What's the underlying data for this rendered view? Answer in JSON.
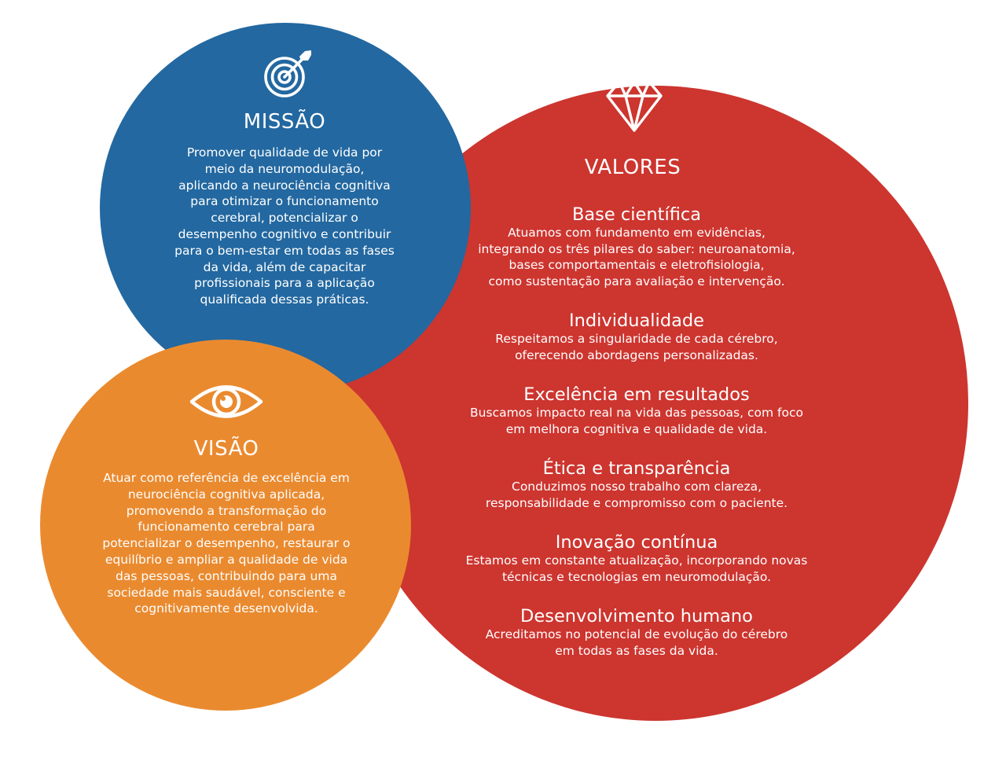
{
  "colors": {
    "missao": "#2368a0",
    "visao": "#ea8a2f",
    "valores": "#cd352f",
    "text": "#ffffff"
  },
  "missao": {
    "icon": "target-icon",
    "title": "MISSÃO",
    "lines": [
      "Promover qualidade de vida por",
      "meio da neuromodulação,",
      "aplicando a neurociência cognitiva",
      "para otimizar o funcionamento",
      "cerebral, potencializar o",
      "desempenho cognitivo e contribuir",
      "para o bem-estar em todas as fases",
      "da vida, além de capacitar",
      "profissionais para a aplicação",
      "qualificada dessas práticas."
    ]
  },
  "visao": {
    "icon": "eye-icon",
    "title": "VISÃO",
    "lines": [
      "Atuar como referência de excelência em",
      "neurociência cognitiva aplicada,",
      "promovendo a transformação do",
      "funcionamento cerebral para",
      "potencializar o desempenho, restaurar o",
      "equilíbrio e ampliar a qualidade de vida",
      "das pessoas, contribuindo para uma",
      "sociedade mais saudável, consciente e",
      "cognitivamente desenvolvida."
    ]
  },
  "valores": {
    "icon": "diamond-icon",
    "title": "VALORES",
    "items": [
      {
        "title": "Base científica",
        "lines": [
          "Atuamos com fundamento em evidências,",
          "integrando os três pilares do saber: neuroanatomia,",
          "bases comportamentais e eletrofisiologia,",
          "como sustentação para avaliação e intervenção."
        ]
      },
      {
        "title": "Individualidade",
        "lines": [
          "Respeitamos a singularidade de cada cérebro,",
          "oferecendo abordagens personalizadas."
        ]
      },
      {
        "title": "Excelência em resultados",
        "lines": [
          "Buscamos impacto real na vida das pessoas, com foco",
          "em melhora cognitiva e qualidade de vida."
        ]
      },
      {
        "title": "Ética e transparência",
        "lines": [
          "Conduzimos nosso trabalho com clareza,",
          "responsabilidade e compromisso com o paciente."
        ]
      },
      {
        "title": "Inovação contínua",
        "lines": [
          "Estamos em constante atualização, incorporando novas",
          "técnicas e tecnologias em neuromodulação."
        ]
      },
      {
        "title": "Desenvolvimento humano",
        "lines": [
          "Acreditamos no potencial de evolução do cérebro",
          "em todas as fases da vida."
        ]
      }
    ]
  }
}
